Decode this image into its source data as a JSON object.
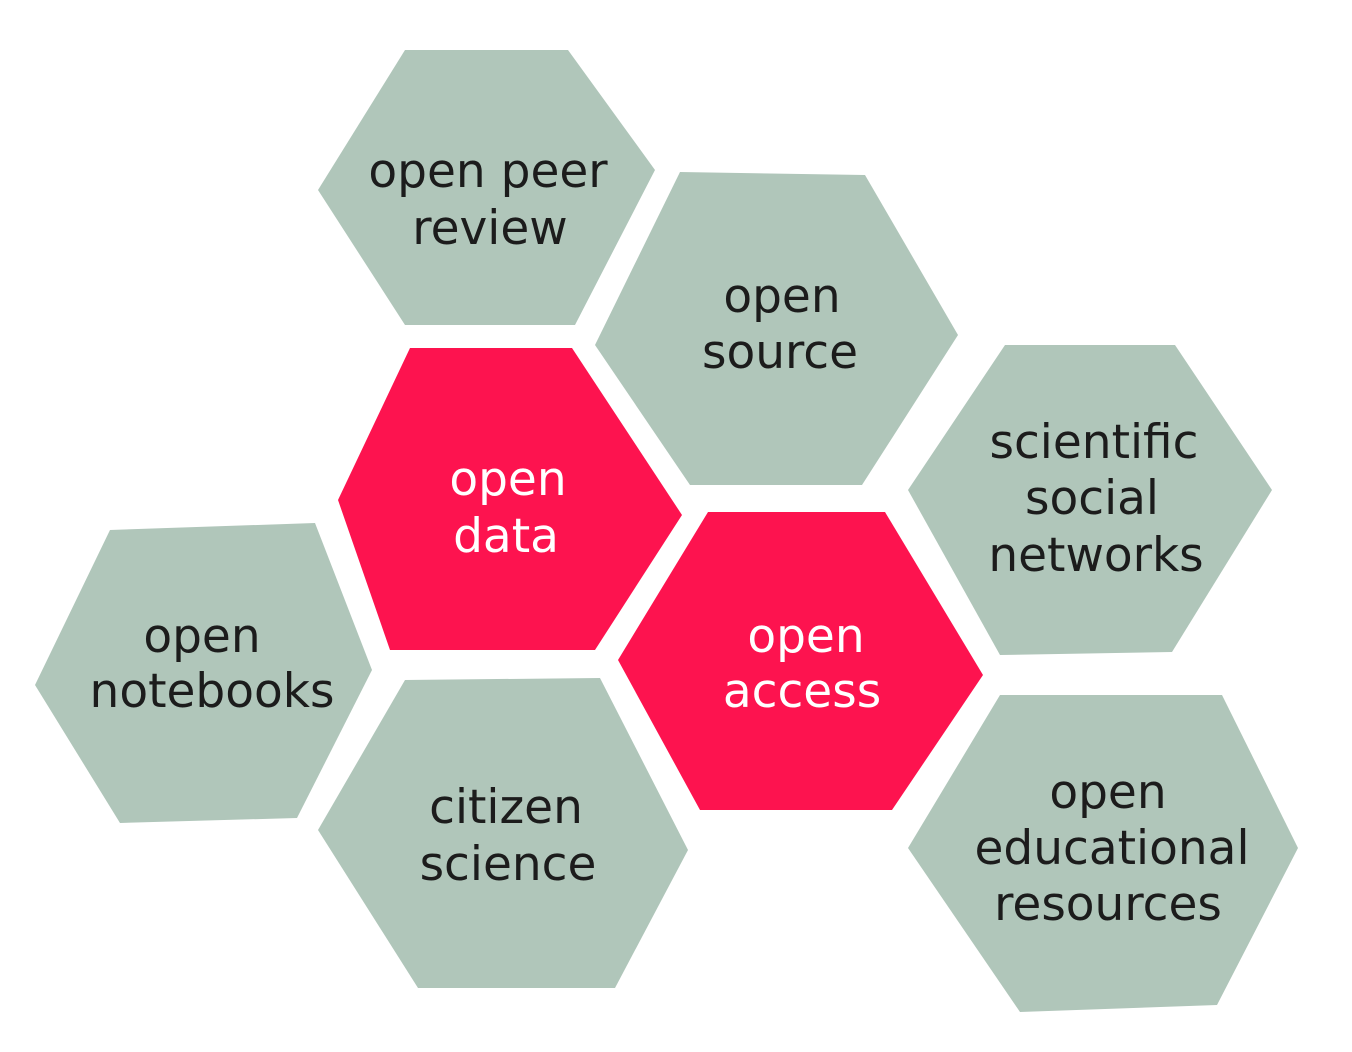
{
  "diagram": {
    "colors": {
      "secondary": "#b0c6ba",
      "core": "#fd134f",
      "dark_text": "#1c1c1c",
      "light_text": "#ffffff"
    },
    "cells": {
      "open_peer_review": {
        "lines": [
          "open peer",
          "review"
        ],
        "kind": "secondary"
      },
      "open_source": {
        "lines": [
          "open",
          "source"
        ],
        "kind": "secondary"
      },
      "open_data": {
        "lines": [
          "open",
          "data"
        ],
        "kind": "core"
      },
      "scientific_social_networks": {
        "lines": [
          "scientific",
          "social",
          "networks"
        ],
        "kind": "secondary"
      },
      "open_notebooks": {
        "lines": [
          "open",
          "notebooks"
        ],
        "kind": "secondary"
      },
      "open_access": {
        "lines": [
          "open",
          "access"
        ],
        "kind": "core"
      },
      "citizen_science": {
        "lines": [
          "citizen",
          "science"
        ],
        "kind": "secondary"
      },
      "open_educational_resources": {
        "lines": [
          "open",
          "educational",
          "resources"
        ],
        "kind": "secondary"
      }
    }
  }
}
